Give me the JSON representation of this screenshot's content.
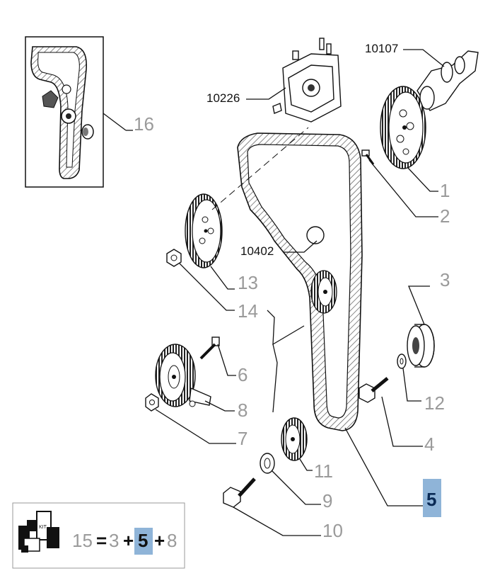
{
  "colors": {
    "highlight_fill": "#8fb4d8",
    "label_grey": "#9a9a9a",
    "line": "#111111"
  },
  "callouts": {
    "c1": "1",
    "c2": "2",
    "c3": "3",
    "c4": "4",
    "c5": "5",
    "c6": "6",
    "c7": "7",
    "c8": "8",
    "c9": "9",
    "c10": "10",
    "c11": "11",
    "c12": "12",
    "c13": "13",
    "c14": "14",
    "c16": "16"
  },
  "codes": {
    "injection_pump": "10226",
    "camshaft": "10107",
    "belt": "10402"
  },
  "kit": {
    "total": "15",
    "eq": "=",
    "a": "3",
    "plus1": "+",
    "b": "5",
    "plus2": "+",
    "c": "8"
  },
  "icons": {
    "kit_box": "kit-parts-icon"
  }
}
